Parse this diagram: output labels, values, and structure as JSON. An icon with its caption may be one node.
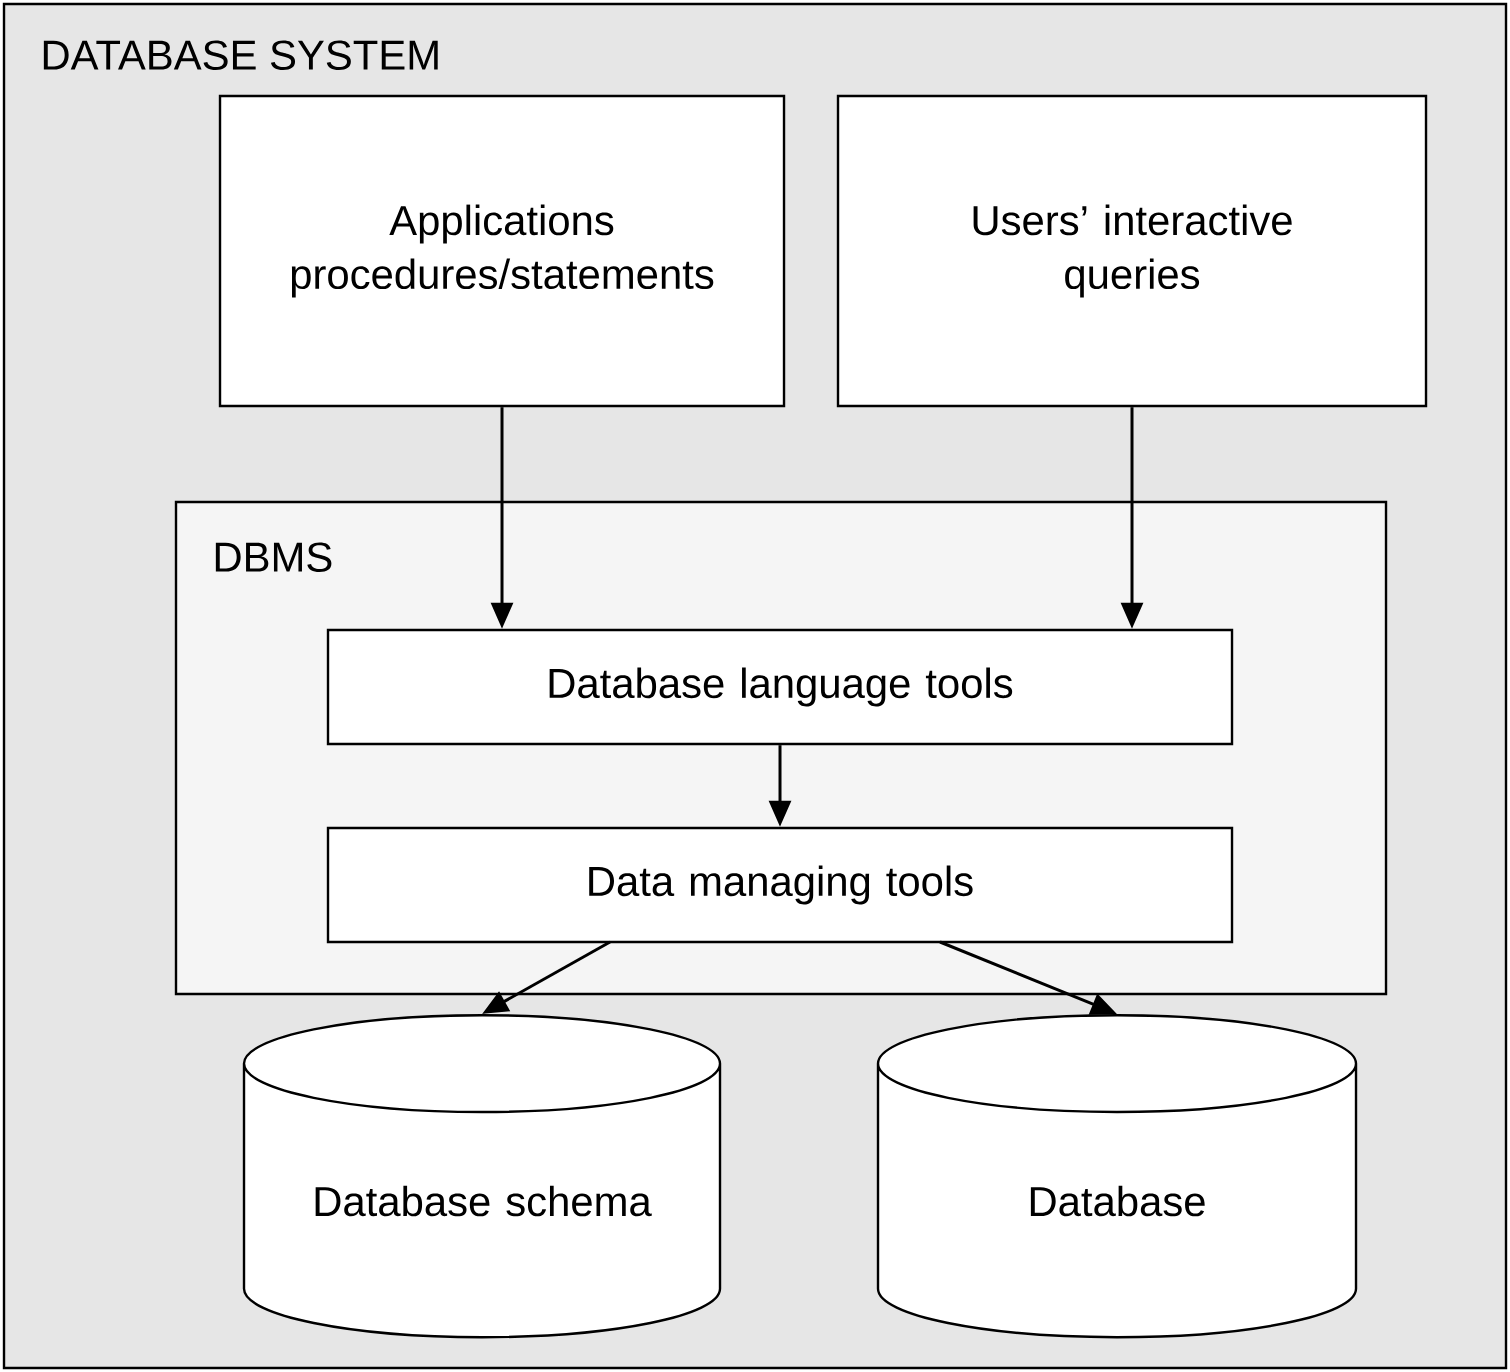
{
  "diagram": {
    "nodes": [
      {
        "text": [
          "DATABASE SYSTEM"
        ]
      },
      {
        "text": [
          "Applications procedures/statements"
        ],
        "in": 0
      },
      {
        "text": [
          "Users’ interactive queries"
        ],
        "in": 0
      },
      {
        "text": [
          "DBMS"
        ],
        "in": 0
      },
      {
        "text": [
          "Database language tools"
        ],
        "in": 3
      },
      {
        "text": [
          "Data managing tools"
        ],
        "in": 3
      },
      {
        "text": [
          "Database schema"
        ],
        "in": 0
      },
      {
        "text": [
          "Database"
        ],
        "in": 0
      }
    ],
    "edges": [
      {
        "from": 1,
        "to": 4,
        "arrow": "to"
      },
      {
        "from": 2,
        "to": 4,
        "arrow": "to"
      },
      {
        "from": 4,
        "to": 5,
        "arrow": "to"
      },
      {
        "from": 5,
        "to": 6,
        "arrow": "to"
      },
      {
        "from": 5,
        "to": 7,
        "arrow": "to"
      }
    ]
  }
}
